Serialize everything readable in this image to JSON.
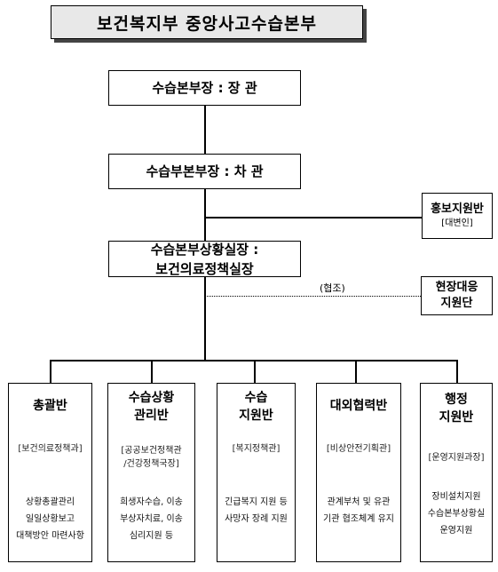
{
  "title": "보건복지부  중앙사고수습본부",
  "nodes": {
    "chief": "수습본부장 : 장 관",
    "deputy": "수습부본부장 : 차 관",
    "situation_line1": "수습본부상황실장 :",
    "situation_line2": "보건의료정책실장"
  },
  "side_units": {
    "pr": {
      "name": "홍보지원반",
      "sub": "[대변인]"
    },
    "field": {
      "name_line1": "현장대응",
      "name_line2": "지원단"
    },
    "cooperation_label": "(협조)"
  },
  "teams": [
    {
      "name": [
        "총괄반"
      ],
      "dept": [
        "[보건의료정책과]"
      ],
      "duties": [
        "상황총괄관리",
        "일일상황보고",
        "대책방안 마련사항"
      ]
    },
    {
      "name": [
        "수습상황",
        "관리반"
      ],
      "dept": [
        "[공공보건정책관",
        "/건강정책국장]"
      ],
      "duties": [
        "희생자수습, 이송",
        "부상자치료, 이송",
        "심리지원 등"
      ]
    },
    {
      "name": [
        "수습",
        "지원반"
      ],
      "dept": [
        "[복지정책관]"
      ],
      "duties": [
        "긴급복지 지원 등",
        "사망자 장례 지원"
      ]
    },
    {
      "name": [
        "대외협력반"
      ],
      "dept": [
        "[비상안전기획관]"
      ],
      "duties": [
        "관계부처 및 유관",
        "기관 협조체계 유지"
      ]
    },
    {
      "name": [
        "행정",
        "지원반"
      ],
      "dept": [
        "[운영지원과장]"
      ],
      "duties": [
        "장비설치지원",
        "수습본부상황실",
        "운영지원"
      ]
    }
  ]
}
